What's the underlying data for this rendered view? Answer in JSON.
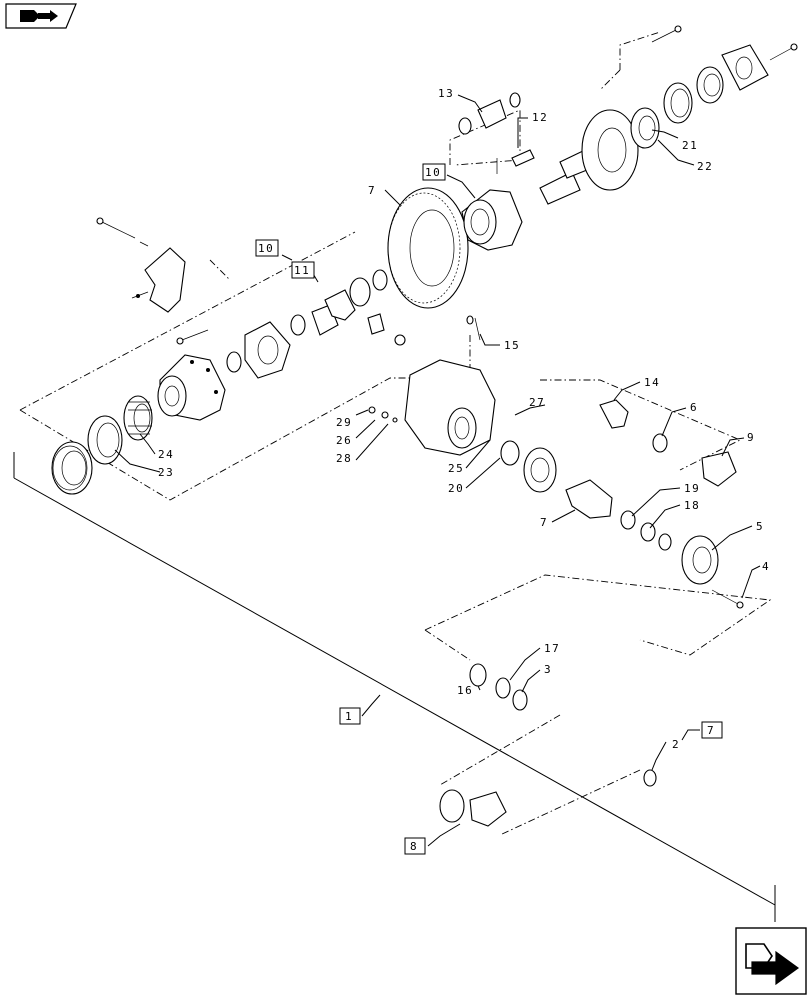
{
  "icons": {
    "top_left": "back-arrow-icon",
    "bottom_right": "next-page-arrow-icon"
  },
  "callouts": {
    "c1": "1",
    "c2": "2",
    "c3": "3",
    "c4": "4",
    "c5": "5",
    "c6": "6",
    "c7_pinion": "7",
    "c7_ring": "7",
    "c7_box": "7",
    "c8": "8",
    "c9": "9",
    "c10_left": "10",
    "c10_right": "10",
    "c11": "11",
    "c12": "12",
    "c13": "13",
    "c14": "14",
    "c15": "15",
    "c16": "16",
    "c17": "17",
    "c18": "18",
    "c19": "19",
    "c20": "20",
    "c21": "21",
    "c22": "22",
    "c23": "23",
    "c24": "24",
    "c25": "25",
    "c26": "26",
    "c27": "27",
    "c28": "28",
    "c29": "29"
  }
}
